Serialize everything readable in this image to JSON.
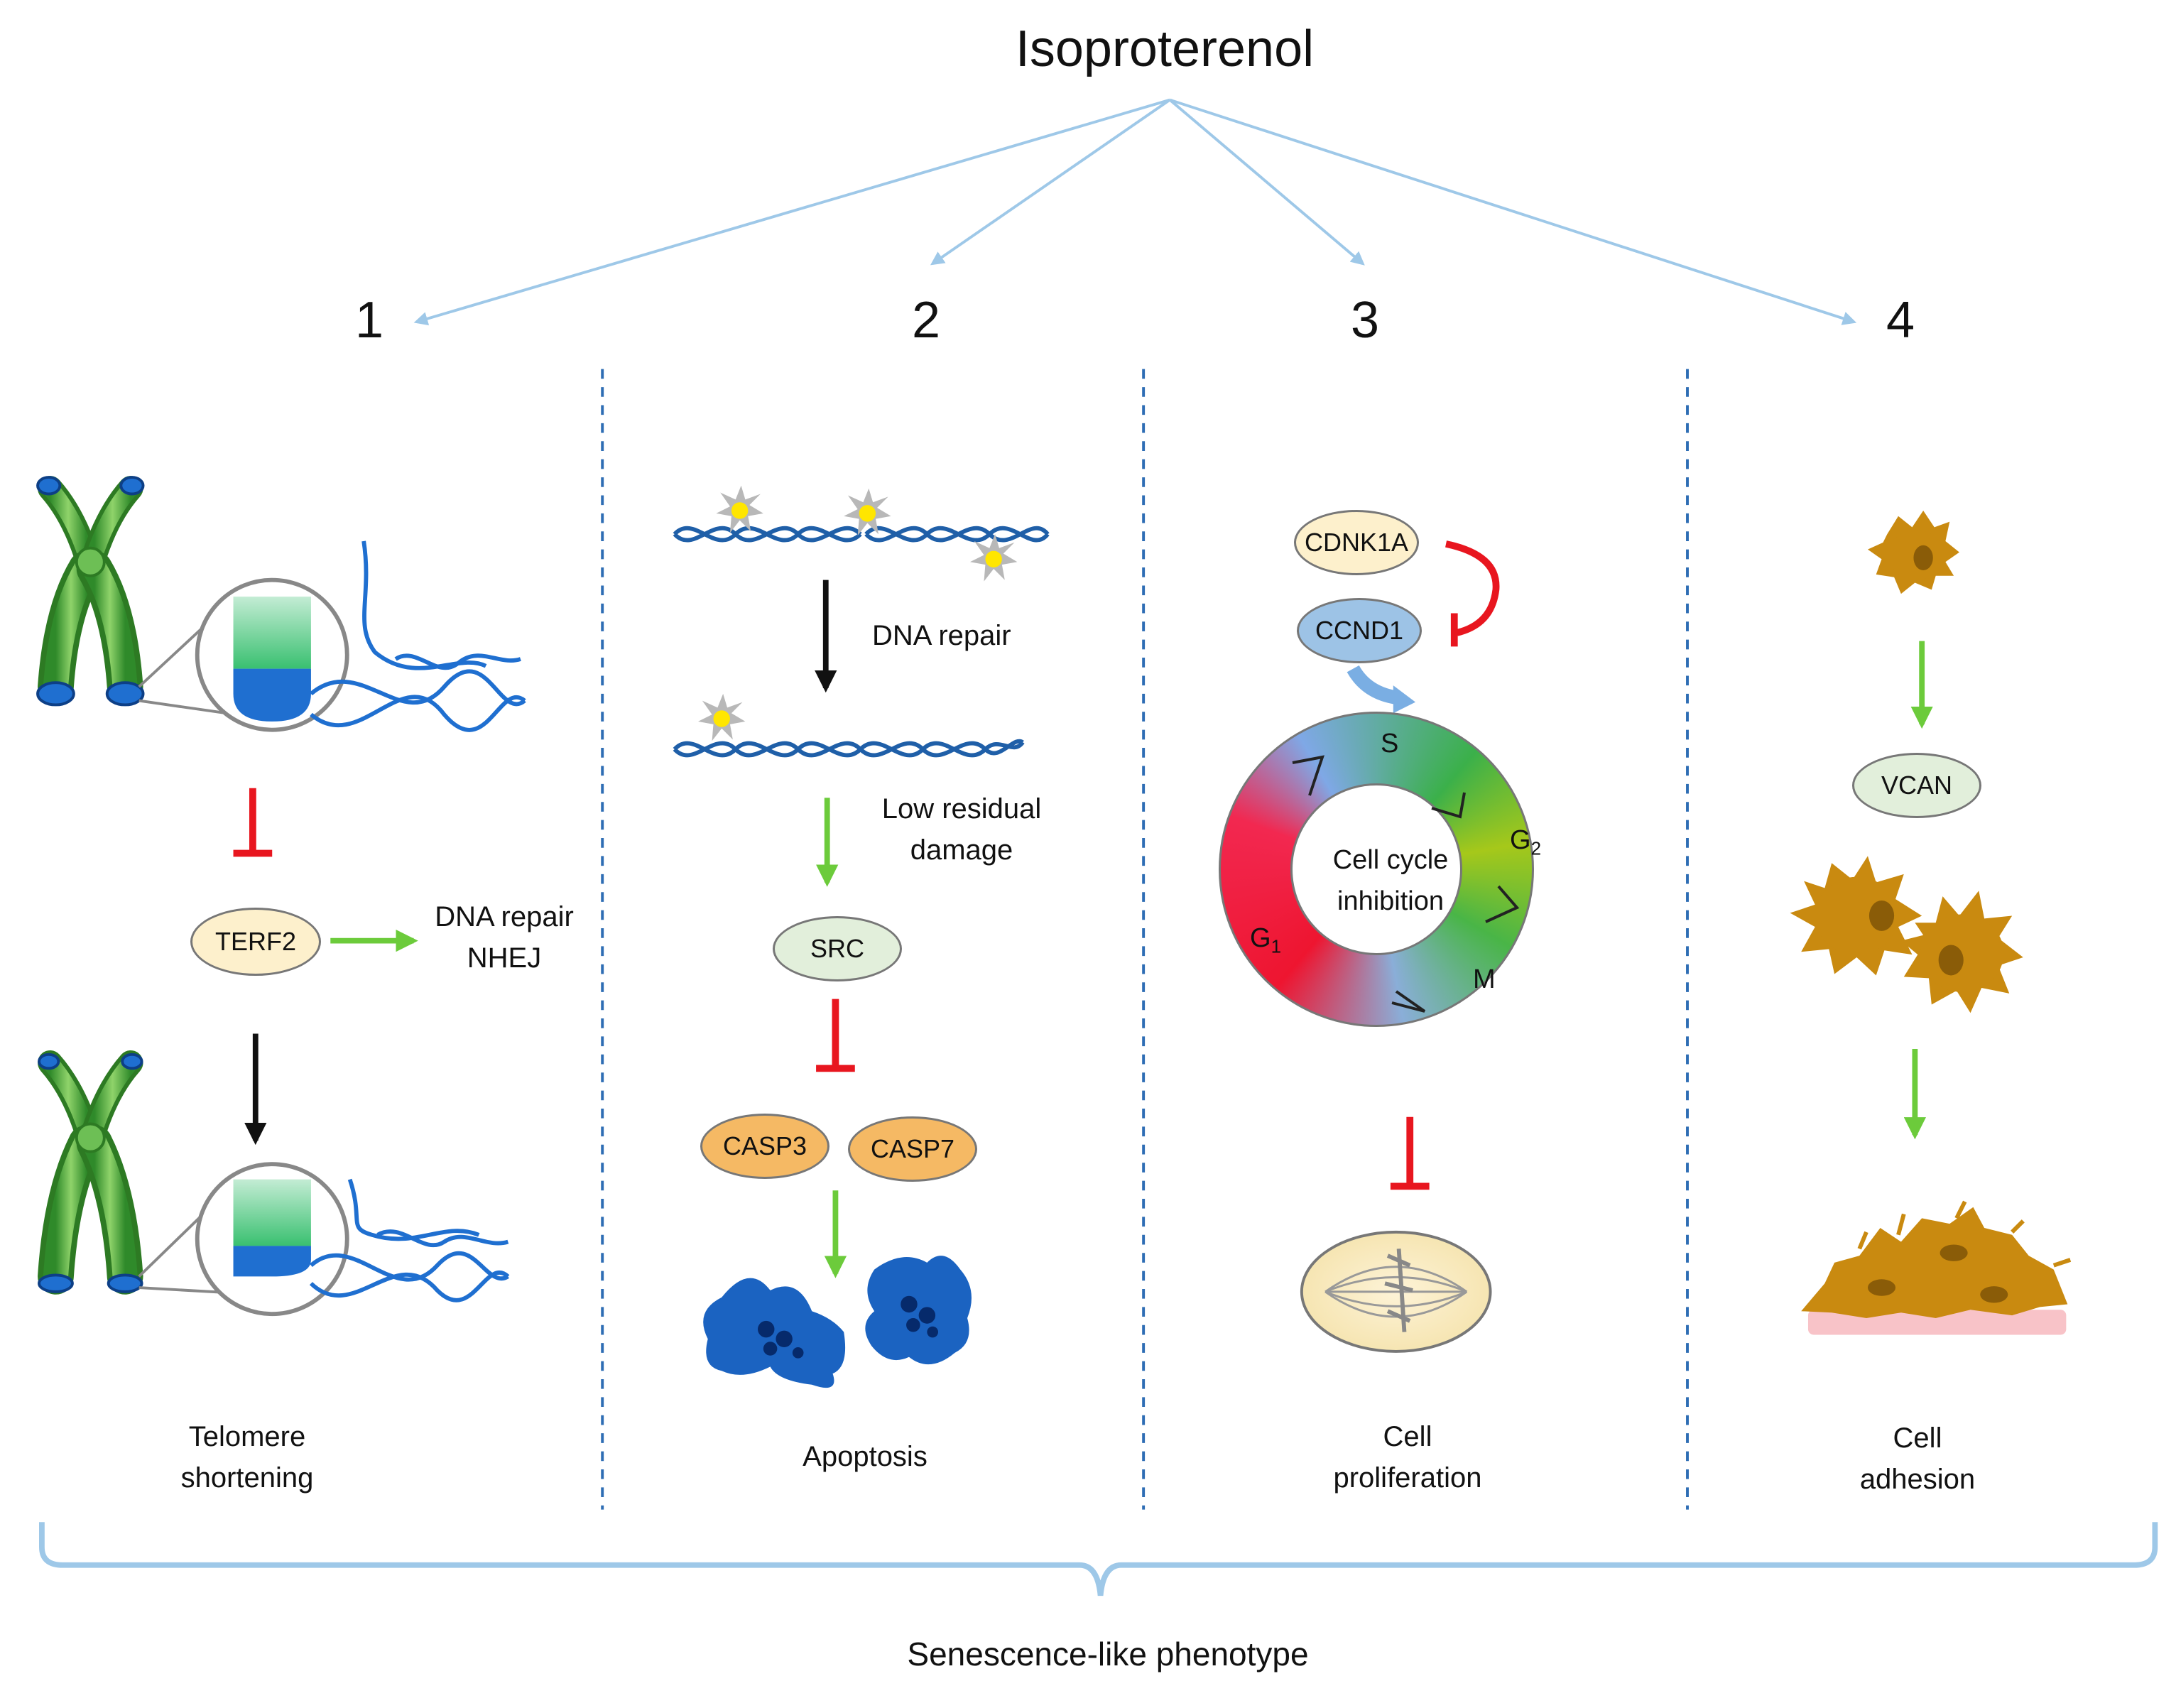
{
  "title": "Isoproterenol",
  "colors": {
    "branch_arrow": "#9ec8e8",
    "divider": "#2e6db4",
    "green_arrow": "#6ccb3b",
    "inhibit_red": "#e8161f",
    "black_arrow": "#111111",
    "dna_blue": "#1f5fa8",
    "cell_orange": "#c98a10",
    "apoptosis_blue": "#1b63c1"
  },
  "pathways": [
    {
      "number": "1",
      "nodes": {
        "terf2": "TERF2"
      },
      "side_label": {
        "line1": "DNA repair",
        "line2": "NHEJ"
      },
      "caption": {
        "line1": "Telomere",
        "line2": "shortening"
      }
    },
    {
      "number": "2",
      "side_label_1": "DNA repair",
      "side_label_2": {
        "line1": "Low residual",
        "line2": "damage"
      },
      "nodes": {
        "src": "SRC",
        "casp3": "CASP3",
        "casp7": "CASP7"
      },
      "caption": {
        "line1": "Apoptosis"
      }
    },
    {
      "number": "3",
      "nodes": {
        "cdnk1a": "CDNK1A",
        "ccnd1": "CCND1"
      },
      "ring": {
        "center_line1": "Cell cycle",
        "center_line2": "inhibition",
        "phases": {
          "s": "S",
          "g2": "G",
          "g2_sub": "2",
          "m": "M",
          "g1": "G",
          "g1_sub": "1"
        }
      },
      "caption": {
        "line1": "Cell",
        "line2": "proliferation"
      }
    },
    {
      "number": "4",
      "nodes": {
        "vcan": "VCAN"
      },
      "caption": {
        "line1": "Cell",
        "line2": "adhesion"
      }
    }
  ],
  "footer": "Senescence-like phenotype"
}
